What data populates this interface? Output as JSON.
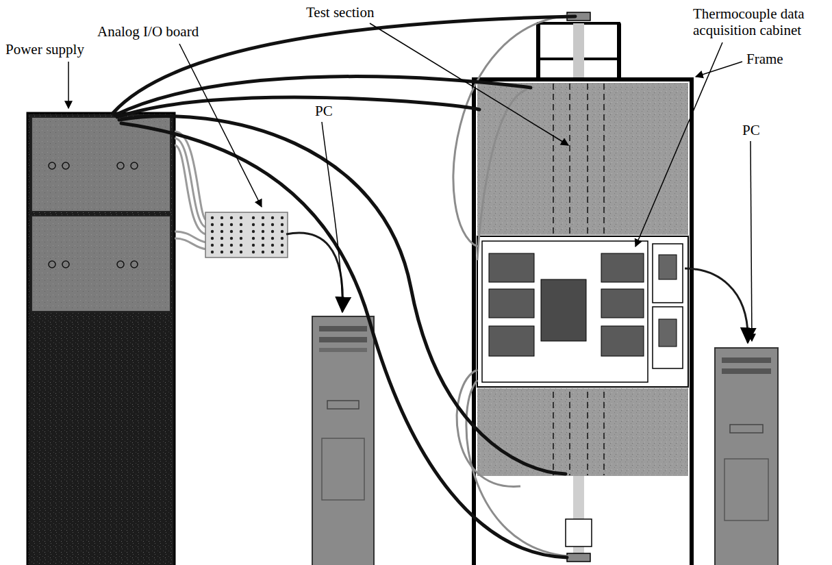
{
  "diagram": {
    "labels": [
      "Thermocouple data acquisition cabinet",
      "Test section",
      "Analog I/O board",
      "Power supply",
      "Frame",
      "PC",
      "PC"
    ]
  }
}
